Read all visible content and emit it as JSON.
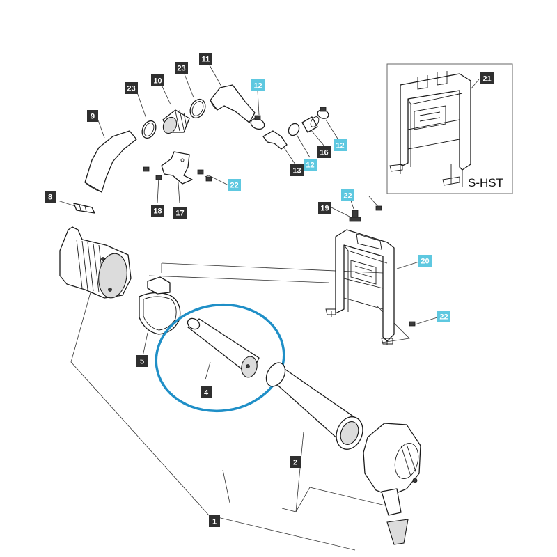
{
  "diagram": {
    "inset_caption": "S-HST",
    "highlight_color": "#1f8fc7",
    "callout_dark_color": "#2f2f2f",
    "callout_cyan_color": "#5ec8e0",
    "callouts": [
      {
        "id": "c1",
        "text": "1",
        "style": "dark"
      },
      {
        "id": "c2",
        "text": "2",
        "style": "dark"
      },
      {
        "id": "c4",
        "text": "4",
        "style": "dark"
      },
      {
        "id": "c5",
        "text": "5",
        "style": "dark"
      },
      {
        "id": "c8",
        "text": "8",
        "style": "dark"
      },
      {
        "id": "c9",
        "text": "9",
        "style": "dark"
      },
      {
        "id": "c10",
        "text": "10",
        "style": "dark"
      },
      {
        "id": "c11",
        "text": "11",
        "style": "dark"
      },
      {
        "id": "c12a",
        "text": "12",
        "style": "cyan"
      },
      {
        "id": "c12b",
        "text": "12",
        "style": "cyan"
      },
      {
        "id": "c12c",
        "text": "12",
        "style": "cyan"
      },
      {
        "id": "c13",
        "text": "13",
        "style": "dark"
      },
      {
        "id": "c16",
        "text": "16",
        "style": "dark"
      },
      {
        "id": "c17",
        "text": "17",
        "style": "dark"
      },
      {
        "id": "c18",
        "text": "18",
        "style": "dark"
      },
      {
        "id": "c19",
        "text": "19",
        "style": "dark"
      },
      {
        "id": "c20",
        "text": "20",
        "style": "cyan"
      },
      {
        "id": "c21",
        "text": "21",
        "style": "dark"
      },
      {
        "id": "c22a",
        "text": "22",
        "style": "cyan"
      },
      {
        "id": "c22b",
        "text": "22",
        "style": "cyan"
      },
      {
        "id": "c22c",
        "text": "22",
        "style": "cyan"
      },
      {
        "id": "c23a",
        "text": "23",
        "style": "dark"
      },
      {
        "id": "c23b",
        "text": "23",
        "style": "dark"
      }
    ]
  }
}
